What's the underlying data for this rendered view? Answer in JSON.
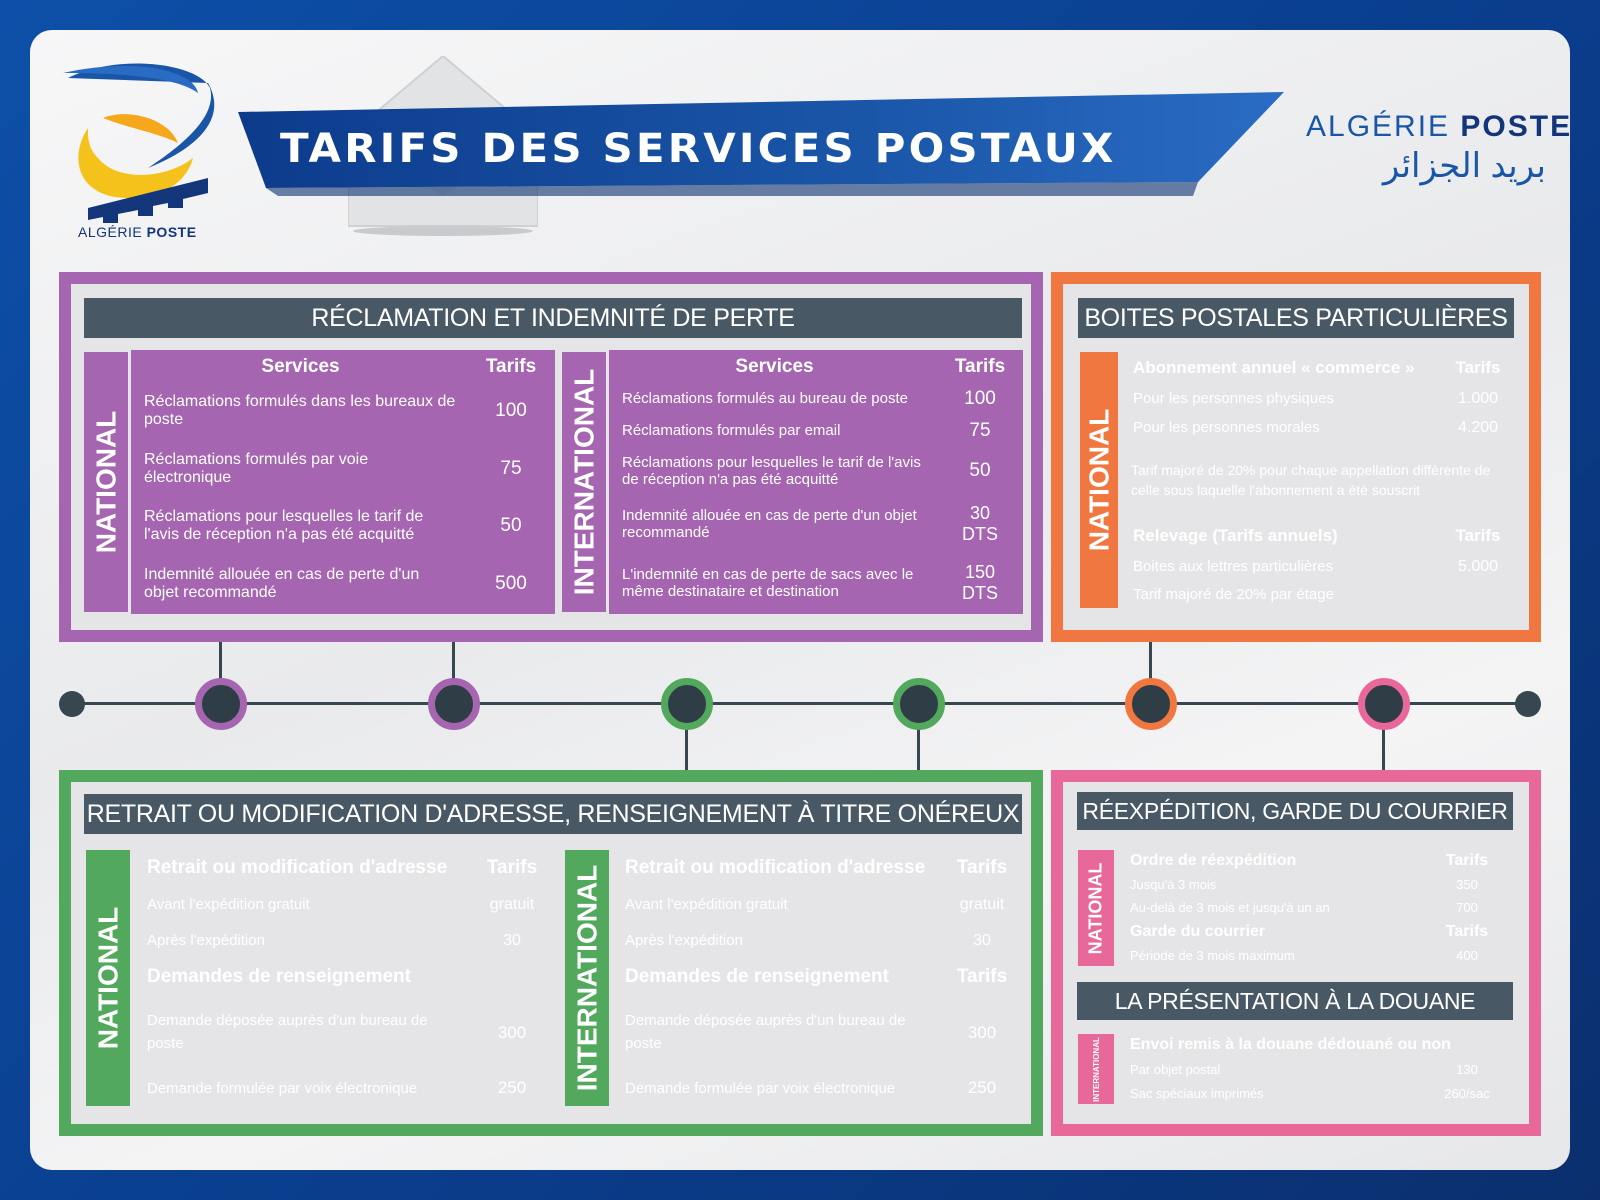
{
  "header": {
    "title": "TARIFS DES SERVICES POSTAUX",
    "brand_fr_light": "ALGÉRIE ",
    "brand_fr_bold": "POSTE",
    "brand_ar": "بريد الجزائر",
    "logo_text_light": "ALGÉRIE ",
    "logo_text_bold": "POSTE"
  },
  "colors": {
    "purple": "#a565b0",
    "orange": "#f07840",
    "green": "#52a85c",
    "pink": "#e8689a",
    "title_bar": "#495865",
    "brand_blue": "#13357a"
  },
  "reclamation": {
    "title": "RÉCLAMATION ET INDEMNITÉ DE PERTE",
    "national": {
      "label": "NATIONAL",
      "headers": [
        "Services",
        "Tarifs"
      ],
      "rows": [
        [
          "Réclamations formulés dans les bureaux de poste",
          "100"
        ],
        [
          "Réclamations formulés par voie électronique",
          "75"
        ],
        [
          "Réclamations pour lesquelles le tarif de l'avis de réception n'a pas été acquitté",
          "50"
        ],
        [
          "Indemnité allouée en cas de perte d'un objet recommandé",
          "500"
        ]
      ]
    },
    "international": {
      "label": "INTERNATIONAL",
      "headers": [
        "Services",
        "Tarifs"
      ],
      "rows": [
        [
          "Réclamations formulés au bureau de poste",
          "100"
        ],
        [
          "Réclamations formulés par email",
          "75"
        ],
        [
          "Réclamations pour lesquelles le tarif de l'avis de réception n'a pas été acquitté",
          "50"
        ],
        [
          "Indemnité allouée en cas de perte d'un objet recommandé",
          "30 DTS"
        ],
        [
          "L'indemnité en cas de perte de sacs avec le même destinataire et destination",
          "150 DTS"
        ]
      ]
    }
  },
  "boites": {
    "title": "BOITES POSTALES PARTICULIÈRES",
    "label": "NATIONAL",
    "h1": [
      "Abonnement annuel « commerce »",
      "Tarifs"
    ],
    "rows1": [
      [
        "Pour les personnes physiques",
        "1.000"
      ],
      [
        "Pour les personnes morales",
        "4.200"
      ]
    ],
    "note1": "Tarif majoré de 20% pour chaque appellation différente de celle sous laquelle l'abonnement a été souscrit",
    "h2": [
      "Relevage (Tarifs annuels)",
      "Tarifs"
    ],
    "rows2": [
      [
        "Boites aux lettres particulières",
        "5.000"
      ]
    ],
    "note2": "Tarif majoré de 20% par étage"
  },
  "retrait": {
    "title": "RETRAIT OU MODIFICATION D'ADRESSE, RENSEIGNEMENT À TITRE ONÉREUX",
    "national": {
      "label": "NATIONAL",
      "h1": [
        "Retrait ou modification d'adresse",
        "Tarifs"
      ],
      "rows1": [
        [
          "Avant l'expédition gratuit",
          "gratuit"
        ],
        [
          "Après l'expédition",
          "30"
        ]
      ],
      "h2": [
        "Demandes de renseignement",
        ""
      ],
      "rows2": [
        [
          "Demande déposée auprès d'un bureau de poste",
          "300"
        ],
        [
          "Demande formulée par voix électronique",
          "250"
        ]
      ]
    },
    "international": {
      "label": "INTERNATIONAL",
      "h1": [
        "Retrait ou modification d'adresse",
        "Tarifs"
      ],
      "rows1": [
        [
          "Avant l'expédition gratuit",
          "gratuit"
        ],
        [
          "Après l'expédition",
          "30"
        ]
      ],
      "h2": [
        "Demandes de renseignement",
        "Tarifs"
      ],
      "rows2": [
        [
          "Demande déposée auprès d'un bureau de poste",
          "300"
        ],
        [
          "Demande formulée par voix électronique",
          "250"
        ]
      ]
    }
  },
  "reexpedition": {
    "title": "RÉEXPÉDITION, GARDE DU COURRIER",
    "label": "NATIONAL",
    "h1": [
      "Ordre de réexpédition",
      "Tarifs"
    ],
    "rows1": [
      [
        "Jusqu'à 3 mois",
        "350"
      ],
      [
        "Au-delà de 3 mois et jusqu'à un an",
        "700"
      ]
    ],
    "h2": [
      "Garde du courrier",
      "Tarifs"
    ],
    "rows2": [
      [
        "Période de 3 mois maximum",
        "400"
      ]
    ]
  },
  "douane": {
    "title": "LA PRÉSENTATION À LA DOUANE",
    "label": "INTERNATIONAL",
    "h1": "Envoi remis à la douane dédouané ou non",
    "rows": [
      [
        "Par objet postal",
        "130"
      ],
      [
        "Sac spéciaux imprimés",
        "260/sac"
      ]
    ]
  }
}
